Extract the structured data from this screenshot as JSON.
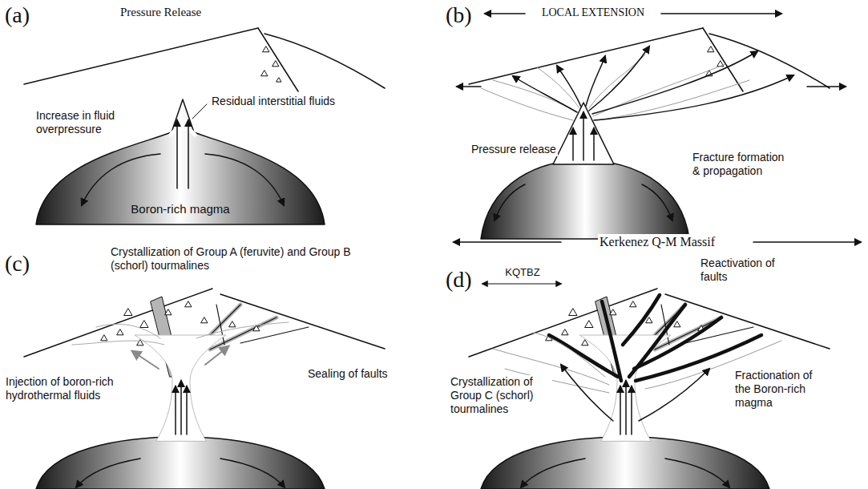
{
  "diagram": {
    "labels": [
      "(a)",
      "Pressure Release",
      "Increase in fluid overpressure",
      "Residual interstitial fluids",
      "Boron-rich magma",
      "(b)",
      "LOCAL EXTENSION",
      "Pressure release",
      "Fracture formation & propagation",
      "(c)",
      "Crystallization of Group A (feruvite) and Group B (schorl) tourmalines",
      "Injection of boron-rich hydrothermal fluids",
      "Sealing of faults",
      "Kerkenez Q-M Massif",
      "(d)",
      "KQTBZ",
      "Reactivation of faults",
      "Crystallization of Group C (schorl) tourmalines",
      "Fractionation of the Boron-rich magma"
    ]
  }
}
